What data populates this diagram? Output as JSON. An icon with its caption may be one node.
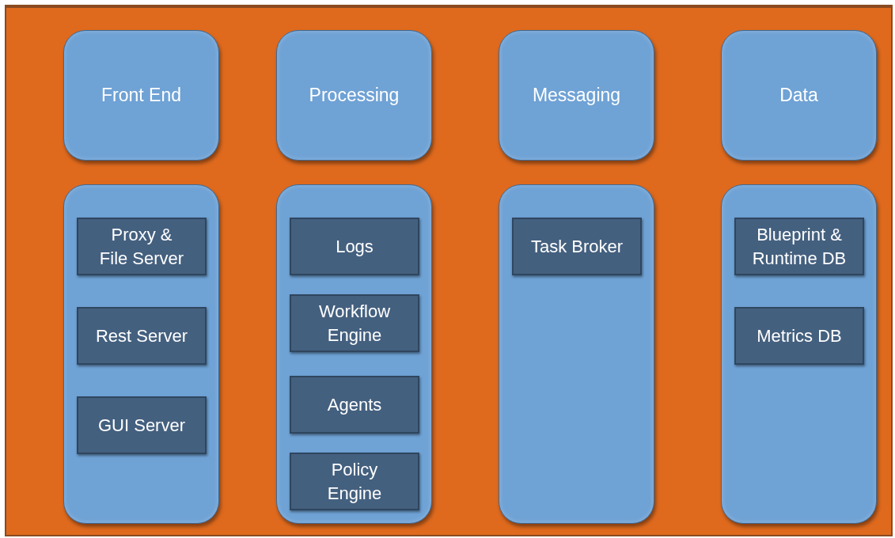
{
  "diagram": {
    "nodes": [
      {
        "text": [
          "Front End"
        ]
      },
      {
        "text": [
          "Processing"
        ]
      },
      {
        "text": [
          "Messaging"
        ]
      },
      {
        "text": [
          "Data"
        ]
      },
      {
        "text": [],
        "shape": "box"
      },
      {
        "text": [
          "Proxy & File Server"
        ],
        "in": 4
      },
      {
        "text": [
          "Rest Server"
        ],
        "in": 4
      },
      {
        "text": [
          "GUI Server"
        ],
        "in": 4
      },
      {
        "text": [],
        "shape": "box"
      },
      {
        "text": [
          "Logs"
        ],
        "in": 8
      },
      {
        "text": [
          "Workflow Engine"
        ],
        "in": 8
      },
      {
        "text": [
          "Agents"
        ],
        "in": 8
      },
      {
        "text": [
          "Policy Engine"
        ],
        "in": 8
      },
      {
        "text": [],
        "shape": "box"
      },
      {
        "text": [
          "Task Broker"
        ],
        "in": 13
      },
      {
        "text": [],
        "shape": "box"
      },
      {
        "text": [
          "Blueprint & Runtime DB"
        ],
        "in": 15
      },
      {
        "text": [
          "Metrics DB"
        ],
        "in": 15
      }
    ]
  }
}
